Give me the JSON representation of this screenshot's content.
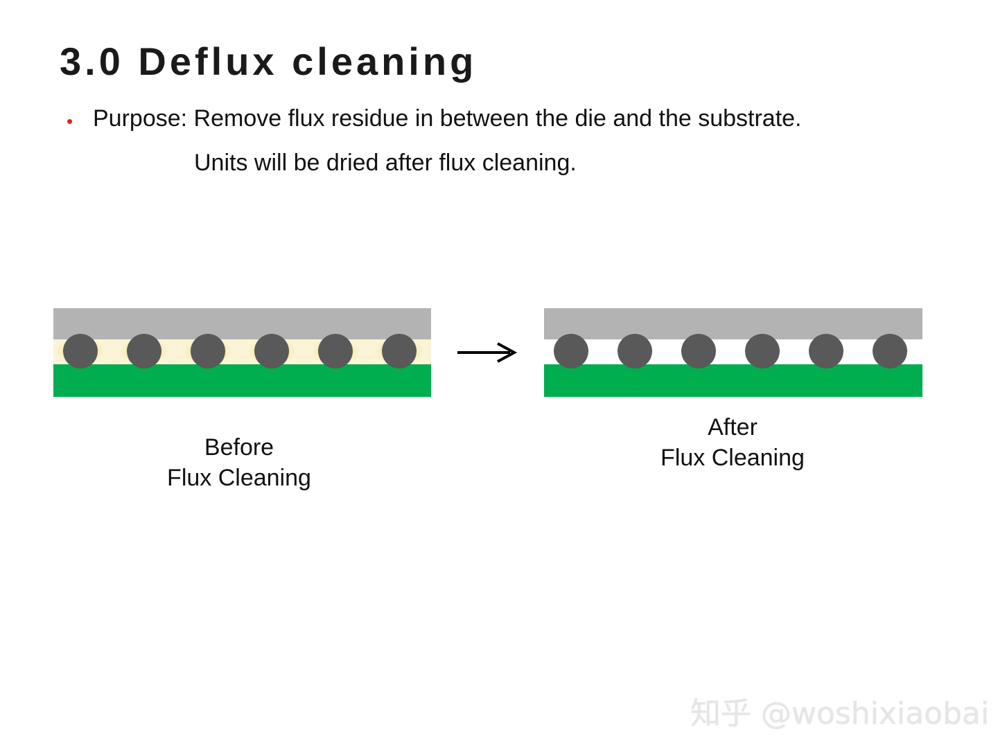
{
  "slide": {
    "title": "3.0 Deflux cleaning",
    "bullet_marker": "•",
    "bullet_text": "Purpose: Remove flux residue in between the die and the substrate.",
    "sub_text": "Units will be dried after flux cleaning."
  },
  "diagram": {
    "before_label_line1": "Before",
    "before_label_line2": "Flux Cleaning",
    "after_label_line1": "After",
    "after_label_line2": "Flux Cleaning",
    "bump_count": 6,
    "colors": {
      "die": "#b3b3b3",
      "substrate": "#00ad4f",
      "bump": "#595959",
      "flux": "#f5e39a",
      "arrow": "#000000",
      "bullet": "#d9251c"
    }
  },
  "watermark": "知乎 @woshixiaobai"
}
